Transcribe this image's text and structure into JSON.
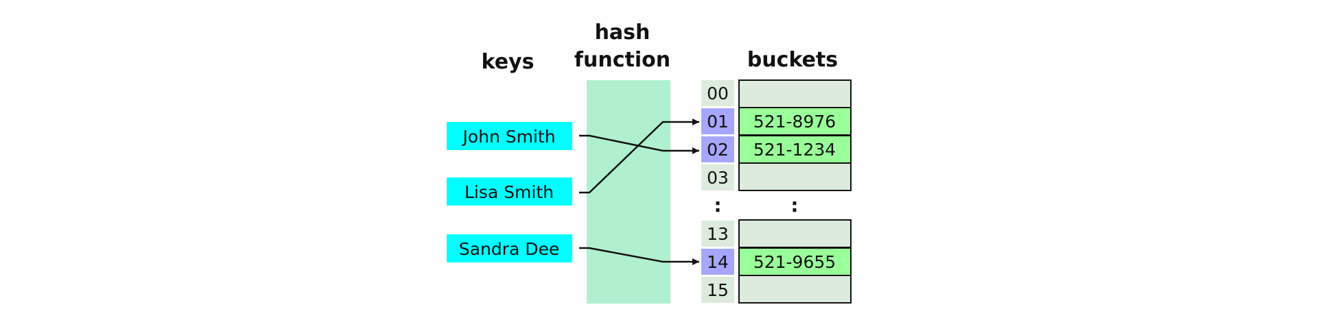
{
  "titles": {
    "keys": "keys",
    "hash_line1": "hash",
    "hash_line2": "function",
    "buckets": "buckets"
  },
  "keys": [
    {
      "label": "John Smith",
      "bucket": "02"
    },
    {
      "label": "Lisa Smith",
      "bucket": "01"
    },
    {
      "label": "Sandra Dee",
      "bucket": "14"
    }
  ],
  "buckets_top": [
    {
      "index": "00",
      "value": ""
    },
    {
      "index": "01",
      "value": "521-8976"
    },
    {
      "index": "02",
      "value": "521-1234"
    },
    {
      "index": "03",
      "value": ""
    }
  ],
  "ellipsis": {
    "index": ":",
    "value": ":"
  },
  "buckets_bottom": [
    {
      "index": "13",
      "value": ""
    },
    {
      "index": "14",
      "value": "521-9655"
    },
    {
      "index": "15",
      "value": ""
    }
  ],
  "colors": {
    "key_fill": "#00ffff",
    "hash_fill": "#aff0cf",
    "index_fill": "#dcebdc",
    "index_highlight": "#a6a6ff",
    "bucket_empty": "#dcebdc",
    "bucket_filled": "#99ff99",
    "stroke": "#111111"
  }
}
